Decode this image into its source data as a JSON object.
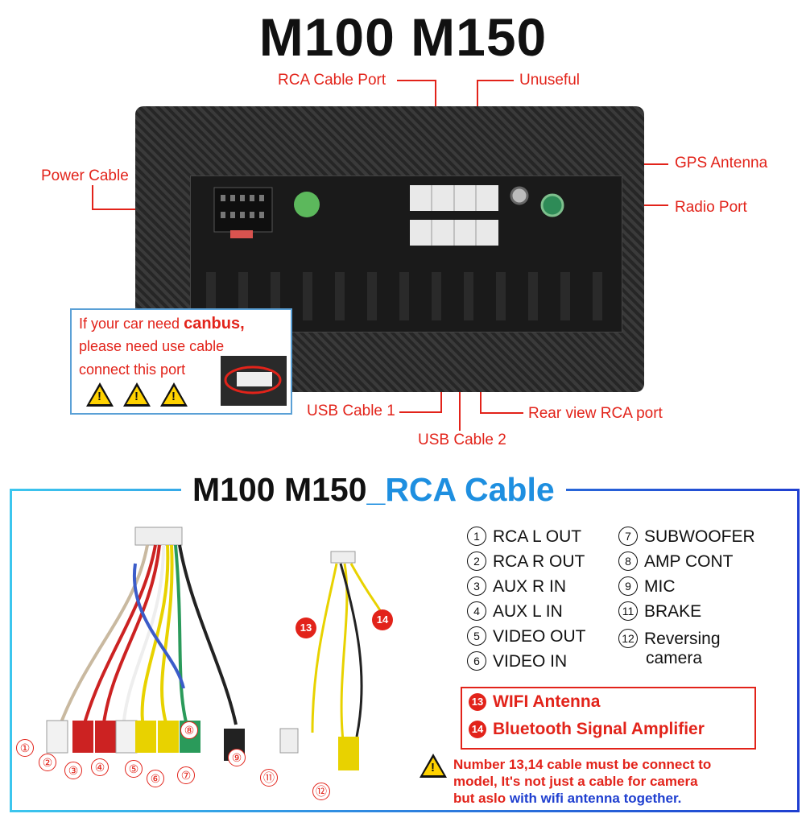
{
  "title": "M100 M150",
  "unit_labels": {
    "rca_cable_port": "RCA Cable Port",
    "unuseful": "Unuseful",
    "power_cable": "Power Cable",
    "gps_antenna": "GPS Antenna",
    "radio_port": "Radio Port",
    "usb_cable_1": "USB Cable 1",
    "usb_cable_2": "USB Cable 2",
    "rear_view_rca_port": "Rear view RCA port"
  },
  "canbus_note": {
    "line1_pre": "If your car need ",
    "line1_bold": "canbus,",
    "line2": "please need use cable",
    "line3": "connect this port"
  },
  "section": {
    "title_a": "M100 M150",
    "title_b": "_RCA Cable"
  },
  "legend_left": [
    {
      "num": "1",
      "label": "RCA L OUT"
    },
    {
      "num": "2",
      "label": "RCA R OUT"
    },
    {
      "num": "3",
      "label": "AUX R IN"
    },
    {
      "num": "4",
      "label": "AUX L IN"
    },
    {
      "num": "5",
      "label": "VIDEO OUT"
    },
    {
      "num": "6",
      "label": "VIDEO IN"
    }
  ],
  "legend_right": [
    {
      "num": "7",
      "label": "SUBWOOFER"
    },
    {
      "num": "8",
      "label": "AMP CONT"
    },
    {
      "num": "9",
      "label": "MIC"
    },
    {
      "num": "11",
      "label": "BRAKE"
    },
    {
      "num": "12",
      "label": "Reversing",
      "label2": "camera"
    }
  ],
  "special": [
    {
      "num": "13",
      "label": "WIFI Antenna"
    },
    {
      "num": "14",
      "label": "Bluetooth Signal Amplifier"
    }
  ],
  "warning_note": {
    "line1": "Number 13,14 cable must be connect to",
    "line2": "model, It's not just a cable for camera",
    "line3_red": "but aslo ",
    "line3_blue": "with wifi antenna together."
  },
  "colors": {
    "accent_red": "#e2231a",
    "accent_blue": "#1e8fe0",
    "frame_dark_blue": "#1f3fd0"
  }
}
